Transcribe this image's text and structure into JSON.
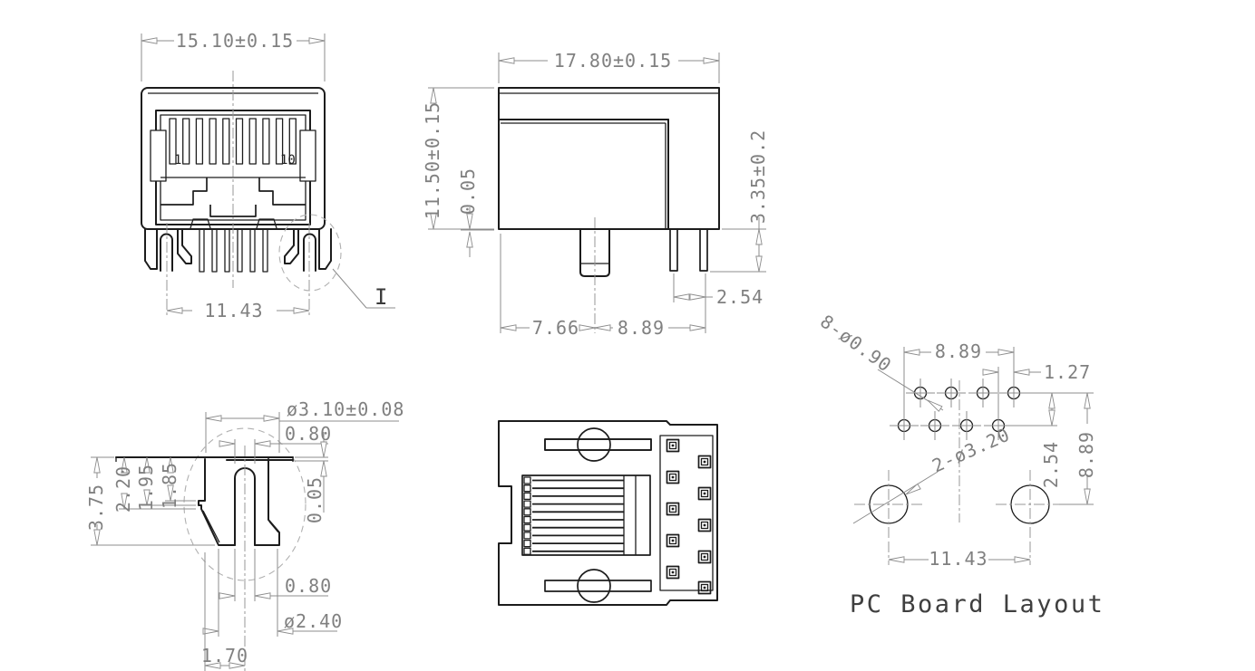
{
  "drawing": {
    "caption": "PC Board Layout",
    "detail_label": "I",
    "colors": {
      "object_line": "#1c1c1c",
      "dimension_line": "#8c8c8c",
      "dimension_text": "#808080",
      "caption_text": "#3f3f3f"
    },
    "front_view": {
      "width_dim": "15.10±0.15",
      "post_span_dim": "11.43",
      "pin_first_label": "1",
      "pin_last_label": "10"
    },
    "side_view": {
      "depth_dim": "17.80±0.15",
      "height_dim": "11.50±0.15",
      "standoff_dim": "0.05",
      "pin_length_dim": "3.35±0.2",
      "pin_pitch_dim": "2.54",
      "post_offset_dim": "7.66",
      "pin_row_offset_dim": "8.89"
    },
    "detail_view": {
      "post_diameter_dim": "ø3.10±0.08",
      "slot_width_top_dim": "0.80",
      "depth_1_dim": "1.85",
      "depth_2_dim": "1.95",
      "depth_3_dim": "2.20",
      "post_height_dim": "3.75",
      "step_dim": "0.05",
      "slot_width_bottom_dim": "0.80",
      "tip_diameter_dim": "ø2.40",
      "half_width_dim": "1.70"
    },
    "pcb_view": {
      "pin_holes_note": "8-ø0.90",
      "row_span_dim": "8.89",
      "stagger_dim": "1.27",
      "row_pitch_dim": "2.54",
      "column_height_dim": "8.89",
      "post_holes_note": "2-ø3.20",
      "post_span_dim": "11.43"
    }
  }
}
